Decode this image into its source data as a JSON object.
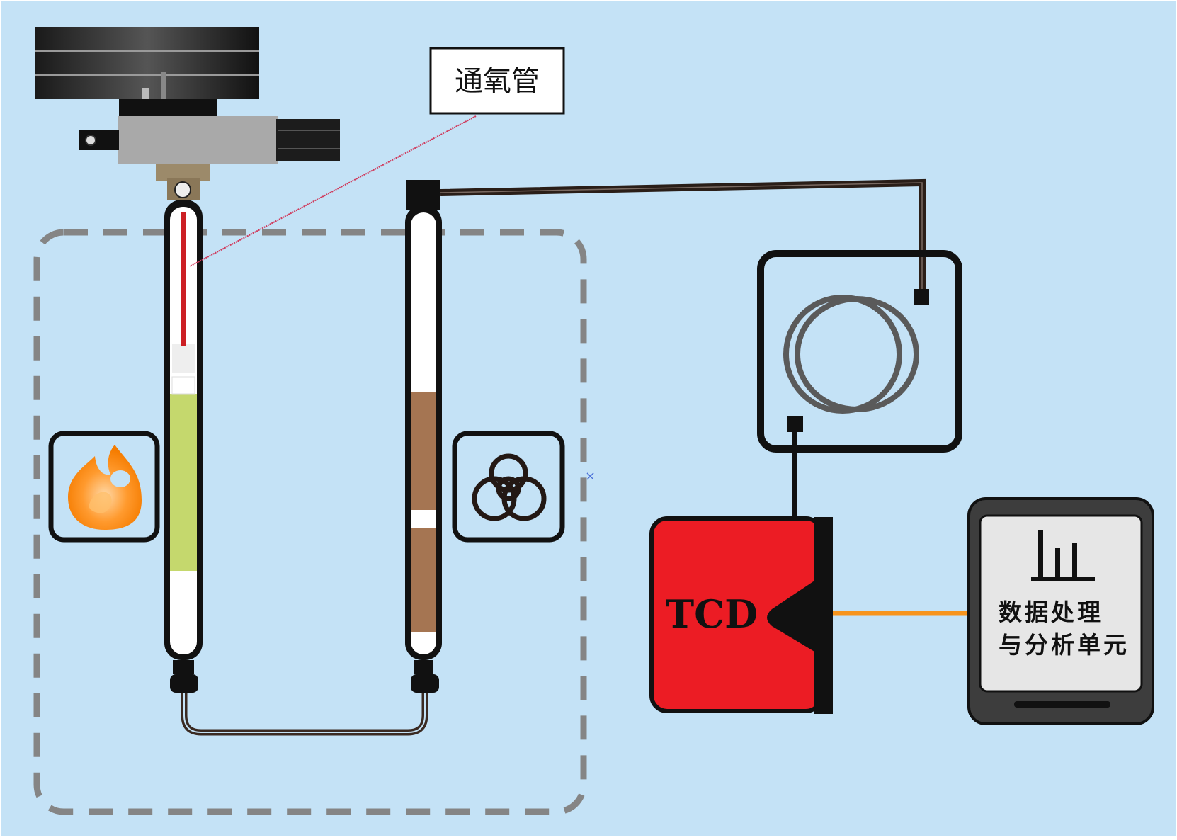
{
  "labels": {
    "oxygen_tube": "通氧管",
    "detector": "TCD",
    "processing_unit_line1": "数据处理",
    "processing_unit_line2": "与分析单元"
  },
  "icons": {
    "combustion": "flame-icon",
    "reduction": "triquetra-icon",
    "chart": "bar-chart-icon"
  },
  "colors": {
    "background": "#c4e2f6",
    "detector_body": "#ec1c24",
    "signal_line": "#f7941d",
    "combustion_packing": "#c5d86d",
    "reduction_packing": "#a57552",
    "oxygen_tube": "#cc1f24",
    "dashed_frame": "#858585"
  }
}
